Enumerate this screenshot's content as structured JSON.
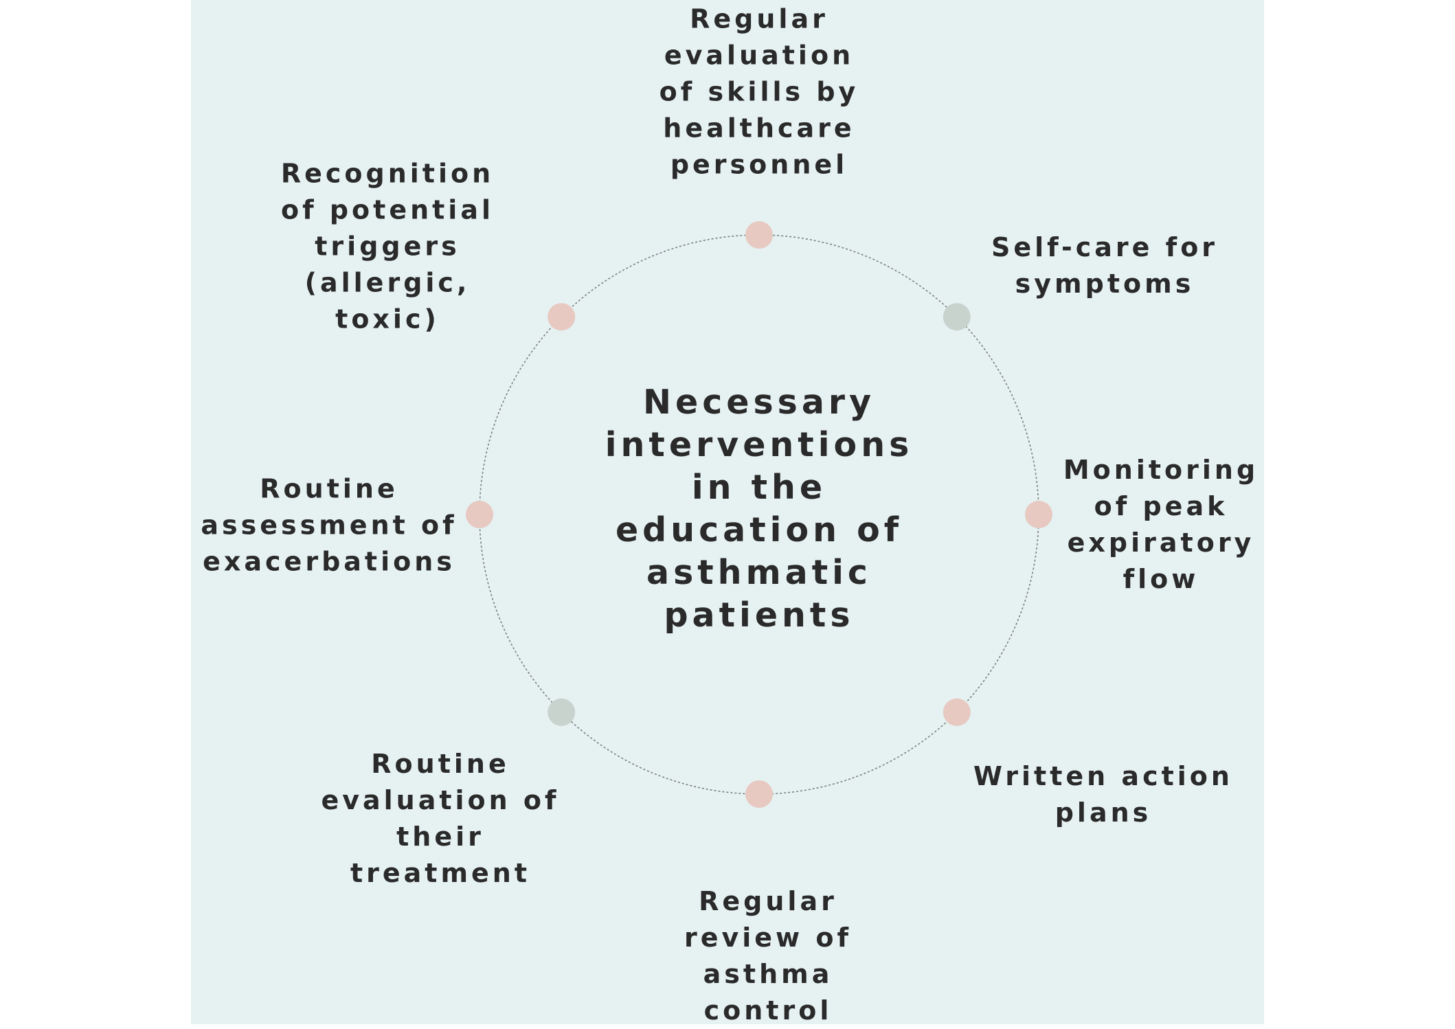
{
  "colors": {
    "background": "#e6f1f2",
    "ring": "#7a7f82",
    "dot_pink": "#e7c9c1",
    "dot_green": "#c8d3cd",
    "text": "#2a2a2a"
  },
  "diagram": {
    "center_label": [
      "Necessary",
      "interventions",
      "in the",
      "education of",
      "asthmatic",
      "patients"
    ],
    "nodes": [
      {
        "id": "top",
        "angle_deg": 0,
        "dot_color": "pink",
        "label": [
          "Regular",
          "evaluation",
          "of skills by",
          "healthcare",
          "personnel"
        ]
      },
      {
        "id": "top-right",
        "angle_deg": 45,
        "dot_color": "green",
        "label": [
          "Self-care for",
          "symptoms"
        ]
      },
      {
        "id": "right",
        "angle_deg": 90,
        "dot_color": "pink",
        "label": [
          "Monitoring",
          "of peak",
          "expiratory",
          "flow"
        ]
      },
      {
        "id": "bottom-right",
        "angle_deg": 135,
        "dot_color": "pink",
        "label": [
          "Written action",
          "plans"
        ]
      },
      {
        "id": "bottom",
        "angle_deg": 180,
        "dot_color": "pink",
        "label": [
          "Regular",
          "review of",
          "asthma",
          "control"
        ]
      },
      {
        "id": "bottom-left",
        "angle_deg": 225,
        "dot_color": "green",
        "label": [
          "Routine",
          "evaluation of",
          "their",
          "treatment"
        ]
      },
      {
        "id": "left",
        "angle_deg": 270,
        "dot_color": "pink",
        "label": [
          "Routine",
          "assessment of",
          "exacerbations"
        ]
      },
      {
        "id": "top-left",
        "angle_deg": 315,
        "dot_color": "pink",
        "label": [
          "Recognition",
          "of potential",
          "triggers",
          "(allergic,",
          "toxic)"
        ]
      }
    ]
  }
}
